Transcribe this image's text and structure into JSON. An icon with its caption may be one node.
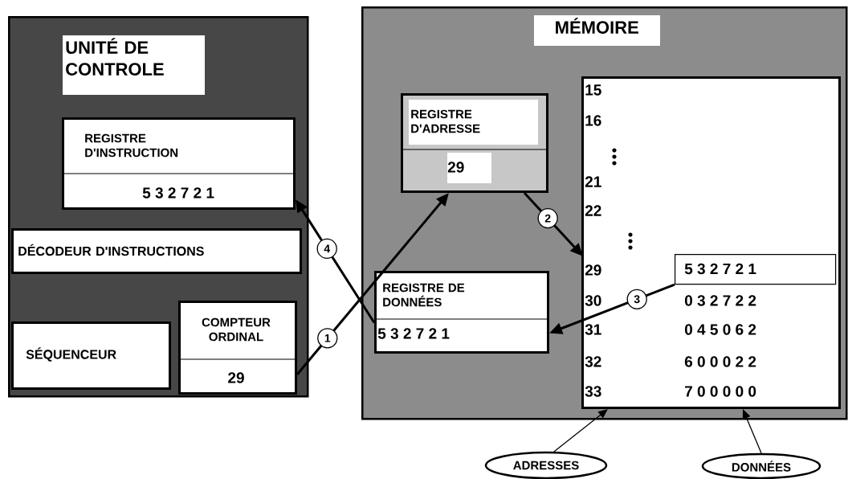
{
  "diagram": {
    "nodes": [
      {
        "text": [
          "UNITÉ DE CONTROLE"
        ]
      },
      {
        "text": [
          "REGISTRE D'INSTRUCTION",
          "5 3 2 7 2 1"
        ],
        "in": 0
      },
      {
        "text": [
          "DÉCODEUR D'INSTRUCTIONS"
        ],
        "in": 0
      },
      {
        "text": [
          "SÉQUENCEUR"
        ],
        "in": 0
      },
      {
        "text": [
          "COMPTEUR ORDINAL",
          "29"
        ],
        "in": 0
      },
      {
        "text": [
          "MÉMOIRE"
        ]
      },
      {
        "text": [
          "REGISTRE D'ADRESSE",
          "29"
        ],
        "in": 5
      },
      {
        "text": [
          "15",
          "16",
          "21",
          "22",
          "30",
          "0 3 2 7 2 2",
          "31",
          "0 4 5 0 6 2",
          "32",
          "6 0 0 0 2 2",
          "33",
          "7 0 0 0 0 0"
        ],
        "in": 5
      },
      {
        "text": [
          "29"
        ],
        "in": 7
      },
      {
        "text": [
          "5 3 2 7 2 1"
        ],
        "in": 7
      },
      {
        "text": [
          "REGISTRE DE DONNÉES",
          "5 3 2 7 2 1"
        ],
        "in": 5
      },
      {
        "text": [
          "ADRESSES"
        ]
      },
      {
        "text": [
          "DONNÉES"
        ]
      }
    ],
    "edges": [
      {
        "from": 4,
        "to": 6,
        "arrow": "to",
        "label": "1"
      },
      {
        "from": 6,
        "to": 8,
        "arrow": "to",
        "label": "2"
      },
      {
        "from": 9,
        "to": 10,
        "arrow": "to",
        "label": "3"
      },
      {
        "from": 10,
        "to": 1,
        "arrow": "to",
        "label": "4"
      },
      {
        "from": 11,
        "to": 7,
        "arrow": "to"
      },
      {
        "from": 12,
        "to": 7,
        "arrow": "to"
      }
    ]
  }
}
